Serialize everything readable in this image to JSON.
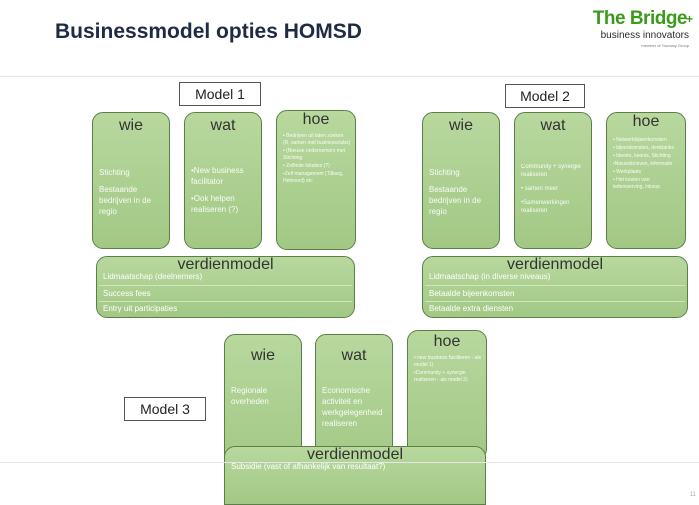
{
  "header": {
    "title": "Businessmodel opties HOMSD",
    "logo_main": "The Bridge",
    "logo_plus": "+",
    "logo_sub": "business innovators",
    "logo_tag": "member of Yourway Group"
  },
  "models": {
    "m1": {
      "label": "Model 1",
      "wie": {
        "title": "wie",
        "lines": [
          "Stichting",
          "Bestaande bedrijven in de regio"
        ]
      },
      "wat": {
        "title": "wat",
        "lines": [
          "•New business facilitator",
          "•Ook helpen realiseren (?)"
        ]
      },
      "hoe": {
        "title": "hoe",
        "lines": [
          "• Bedrijven uit laten zoeken (R, samen met businessclubs)",
          "• (Nieuwe ondernemers met Stichting",
          "• Zelfinde lokaties (?)",
          "•Zelf management (Tilburg, Helmond) etc"
        ]
      },
      "verdien": {
        "title": "verdienmodel",
        "lines": [
          "Lidmaatschap (deelnemers)",
          "Success fees",
          "Entry uit participaties"
        ]
      }
    },
    "m2": {
      "label": "Model 2",
      "wie": {
        "title": "wie",
        "lines": [
          "Stichting",
          "Bestaande bedrijven in de regio"
        ]
      },
      "wat": {
        "title": "wat",
        "lines": [
          "Community + synergie realiseren",
          "• samen meer",
          "•Samenwerkingen realiseren"
        ]
      },
      "hoe": {
        "title": "hoe",
        "lines": [
          "• Netwerkbijeenkomsten",
          "• bijeenkomsten, denktanks",
          "• Ideeën, kennis, Stichting",
          "•Nieuwsbrieven, informatie",
          "• Werkplaats",
          "• Het kosten van ledenwerving, inkoop"
        ]
      },
      "verdien": {
        "title": "verdienmodel",
        "lines": [
          "Lidmaatschap (in diverse niveaus)",
          "Betaalde bijeenkomsten",
          "Betaalde extra diensten"
        ]
      }
    },
    "m3": {
      "label": "Model 3",
      "wie": {
        "title": "wie",
        "lines": [
          "Regionale overheden"
        ]
      },
      "wat": {
        "title": "wat",
        "lines": [
          "Economische activiteit en werkgelegenheid realiseren"
        ]
      },
      "hoe": {
        "title": "hoe",
        "lines": [
          "• new business faciliteren - als model 1)",
          "•Community + synergie realiseren - als model 2)"
        ]
      },
      "verdien": {
        "title": "verdienmodel",
        "lines": [
          "Subsidie (vast of afhankelijk van resultaat?)"
        ]
      }
    }
  },
  "footer": {
    "page_number": "11"
  },
  "colors": {
    "box_fill": "#a8cc8c",
    "box_border": "#5b7f46",
    "title_color": "#1f2a44",
    "logo_green": "#3a9a1c"
  }
}
